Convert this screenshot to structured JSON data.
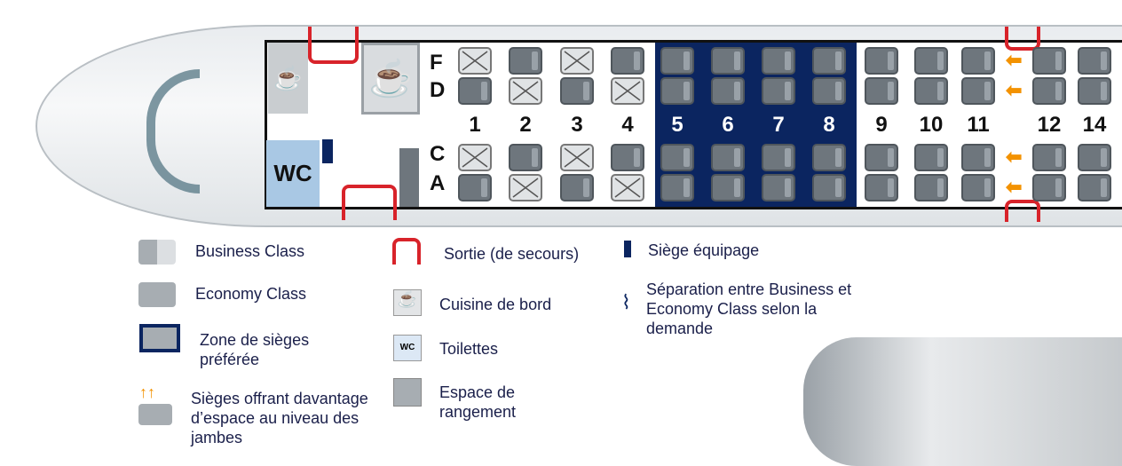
{
  "cabin": {
    "seat_letters": [
      "F",
      "D",
      "C",
      "A"
    ],
    "rows": [
      {
        "number": "1",
        "zone": "business",
        "blocked": [
          "F",
          "C"
        ]
      },
      {
        "number": "2",
        "zone": "business",
        "blocked": [
          "D",
          "A"
        ]
      },
      {
        "number": "3",
        "zone": "business",
        "blocked": [
          "F",
          "C"
        ]
      },
      {
        "number": "4",
        "zone": "business",
        "blocked": [
          "D",
          "A"
        ]
      },
      {
        "number": "5",
        "zone": "preferred",
        "blocked": []
      },
      {
        "number": "6",
        "zone": "preferred",
        "blocked": []
      },
      {
        "number": "7",
        "zone": "preferred",
        "blocked": []
      },
      {
        "number": "8",
        "zone": "preferred",
        "blocked": []
      },
      {
        "number": "9",
        "zone": "economy",
        "blocked": []
      },
      {
        "number": "10",
        "zone": "economy",
        "blocked": []
      },
      {
        "number": "11",
        "zone": "economy",
        "blocked": []
      },
      {
        "number": "12",
        "zone": "extra-legroom",
        "blocked": []
      },
      {
        "number": "14",
        "zone": "economy",
        "blocked": []
      }
    ],
    "wc_label": "WC"
  },
  "legend": {
    "business": "Business Class",
    "economy": "Economy Class",
    "preferred": "Zone de sièges préférée",
    "legroom": "Sièges offrant davantage d’espace au niveau des jambes",
    "exit": "Sortie (de secours)",
    "galley": "Cuisine de bord",
    "toilets": "Toilettes",
    "toilets_icon": "WC",
    "storage": "Espace de rangement",
    "crew": "Siège équipage",
    "separation": "Séparation entre Business et Economy Class selon la demande"
  },
  "colors": {
    "preferred": "#0b2560",
    "exit": "#d8232a",
    "legroom": "#f39200"
  }
}
